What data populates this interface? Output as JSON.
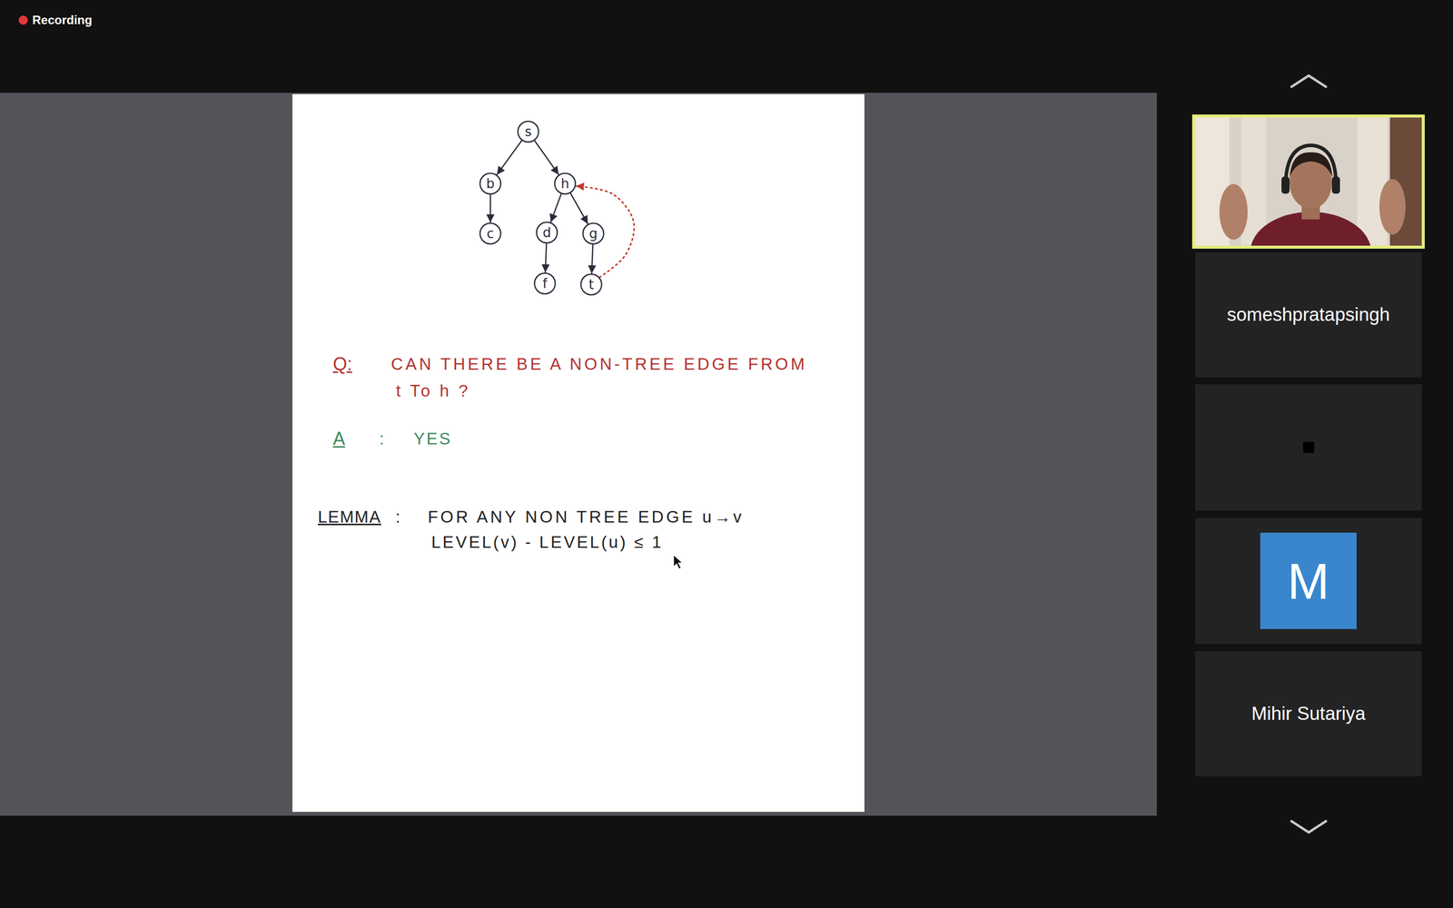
{
  "diagram": {
    "nodes": [
      {
        "text": [
          "s"
        ]
      },
      {
        "text": [
          "b"
        ]
      },
      {
        "text": [
          "h"
        ]
      },
      {
        "text": [
          "c"
        ]
      },
      {
        "text": [
          "d"
        ]
      },
      {
        "text": [
          "g"
        ]
      },
      {
        "text": [
          "f"
        ]
      },
      {
        "text": [
          "t"
        ]
      },
      {
        "text": [
          "someshpratapsingh"
        ]
      },
      {
        "text": [
          "M"
        ]
      },
      {
        "text": [
          "Mihir Sutariya"
        ]
      }
    ],
    "edges": [
      {
        "from": 0,
        "to": 1,
        "arrow": "to"
      },
      {
        "from": 0,
        "to": 2,
        "arrow": "to"
      },
      {
        "from": 1,
        "to": 3,
        "arrow": "to"
      },
      {
        "from": 2,
        "to": 4,
        "arrow": "to"
      },
      {
        "from": 2,
        "to": 5,
        "arrow": "to"
      },
      {
        "from": 4,
        "to": 6,
        "arrow": "to"
      },
      {
        "from": 5,
        "to": 7,
        "arrow": "to"
      },
      {
        "from": 7,
        "to": 2,
        "arrow": "to"
      }
    ],
    "labels": [
      "Recording",
      "Q:",
      "CAN THERE BE A NON-TREE EDGE FROM",
      "t To h ?",
      "A",
      ":",
      "YES",
      "LEMMA",
      ":",
      "FOR ANY NON TREE EDGE u→v",
      "LEVEL(v) - LEVEL(u) ≤ 1"
    ]
  }
}
